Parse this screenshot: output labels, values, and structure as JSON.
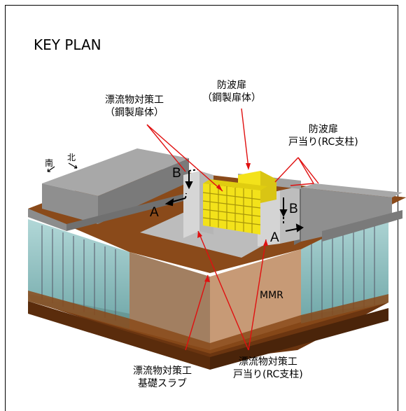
{
  "title": "KEY PLAN",
  "labels": {
    "debris_gate_line1": "漂流物対策工",
    "debris_gate_line2": "（鋼製扉体）",
    "tide_gate_line1": "防波扉",
    "tide_gate_line2": "（鋼製扉体）",
    "tide_stop_line1": "防波扉",
    "tide_stop_line2": "戸当り(RC支柱)",
    "slab_line1": "漂流物対策工",
    "slab_line2": "基礎スラブ",
    "debris_stop_line1": "漂流物対策工",
    "debris_stop_line2": "戸当り(RC支柱)",
    "mmr": "MMR"
  },
  "section_marks": {
    "a_left": "A",
    "a_right": "A",
    "b_left": "B",
    "b_right": "B"
  },
  "compass": {
    "south": "南",
    "north": "北"
  },
  "colors": {
    "concrete": "#8f8f8f",
    "slab": "#8a4a1a",
    "mmr": "#b08a6a",
    "yellow_gate": "#f0dd1a",
    "teal_pile": "#7fb7b8",
    "callout": "#e01010"
  }
}
